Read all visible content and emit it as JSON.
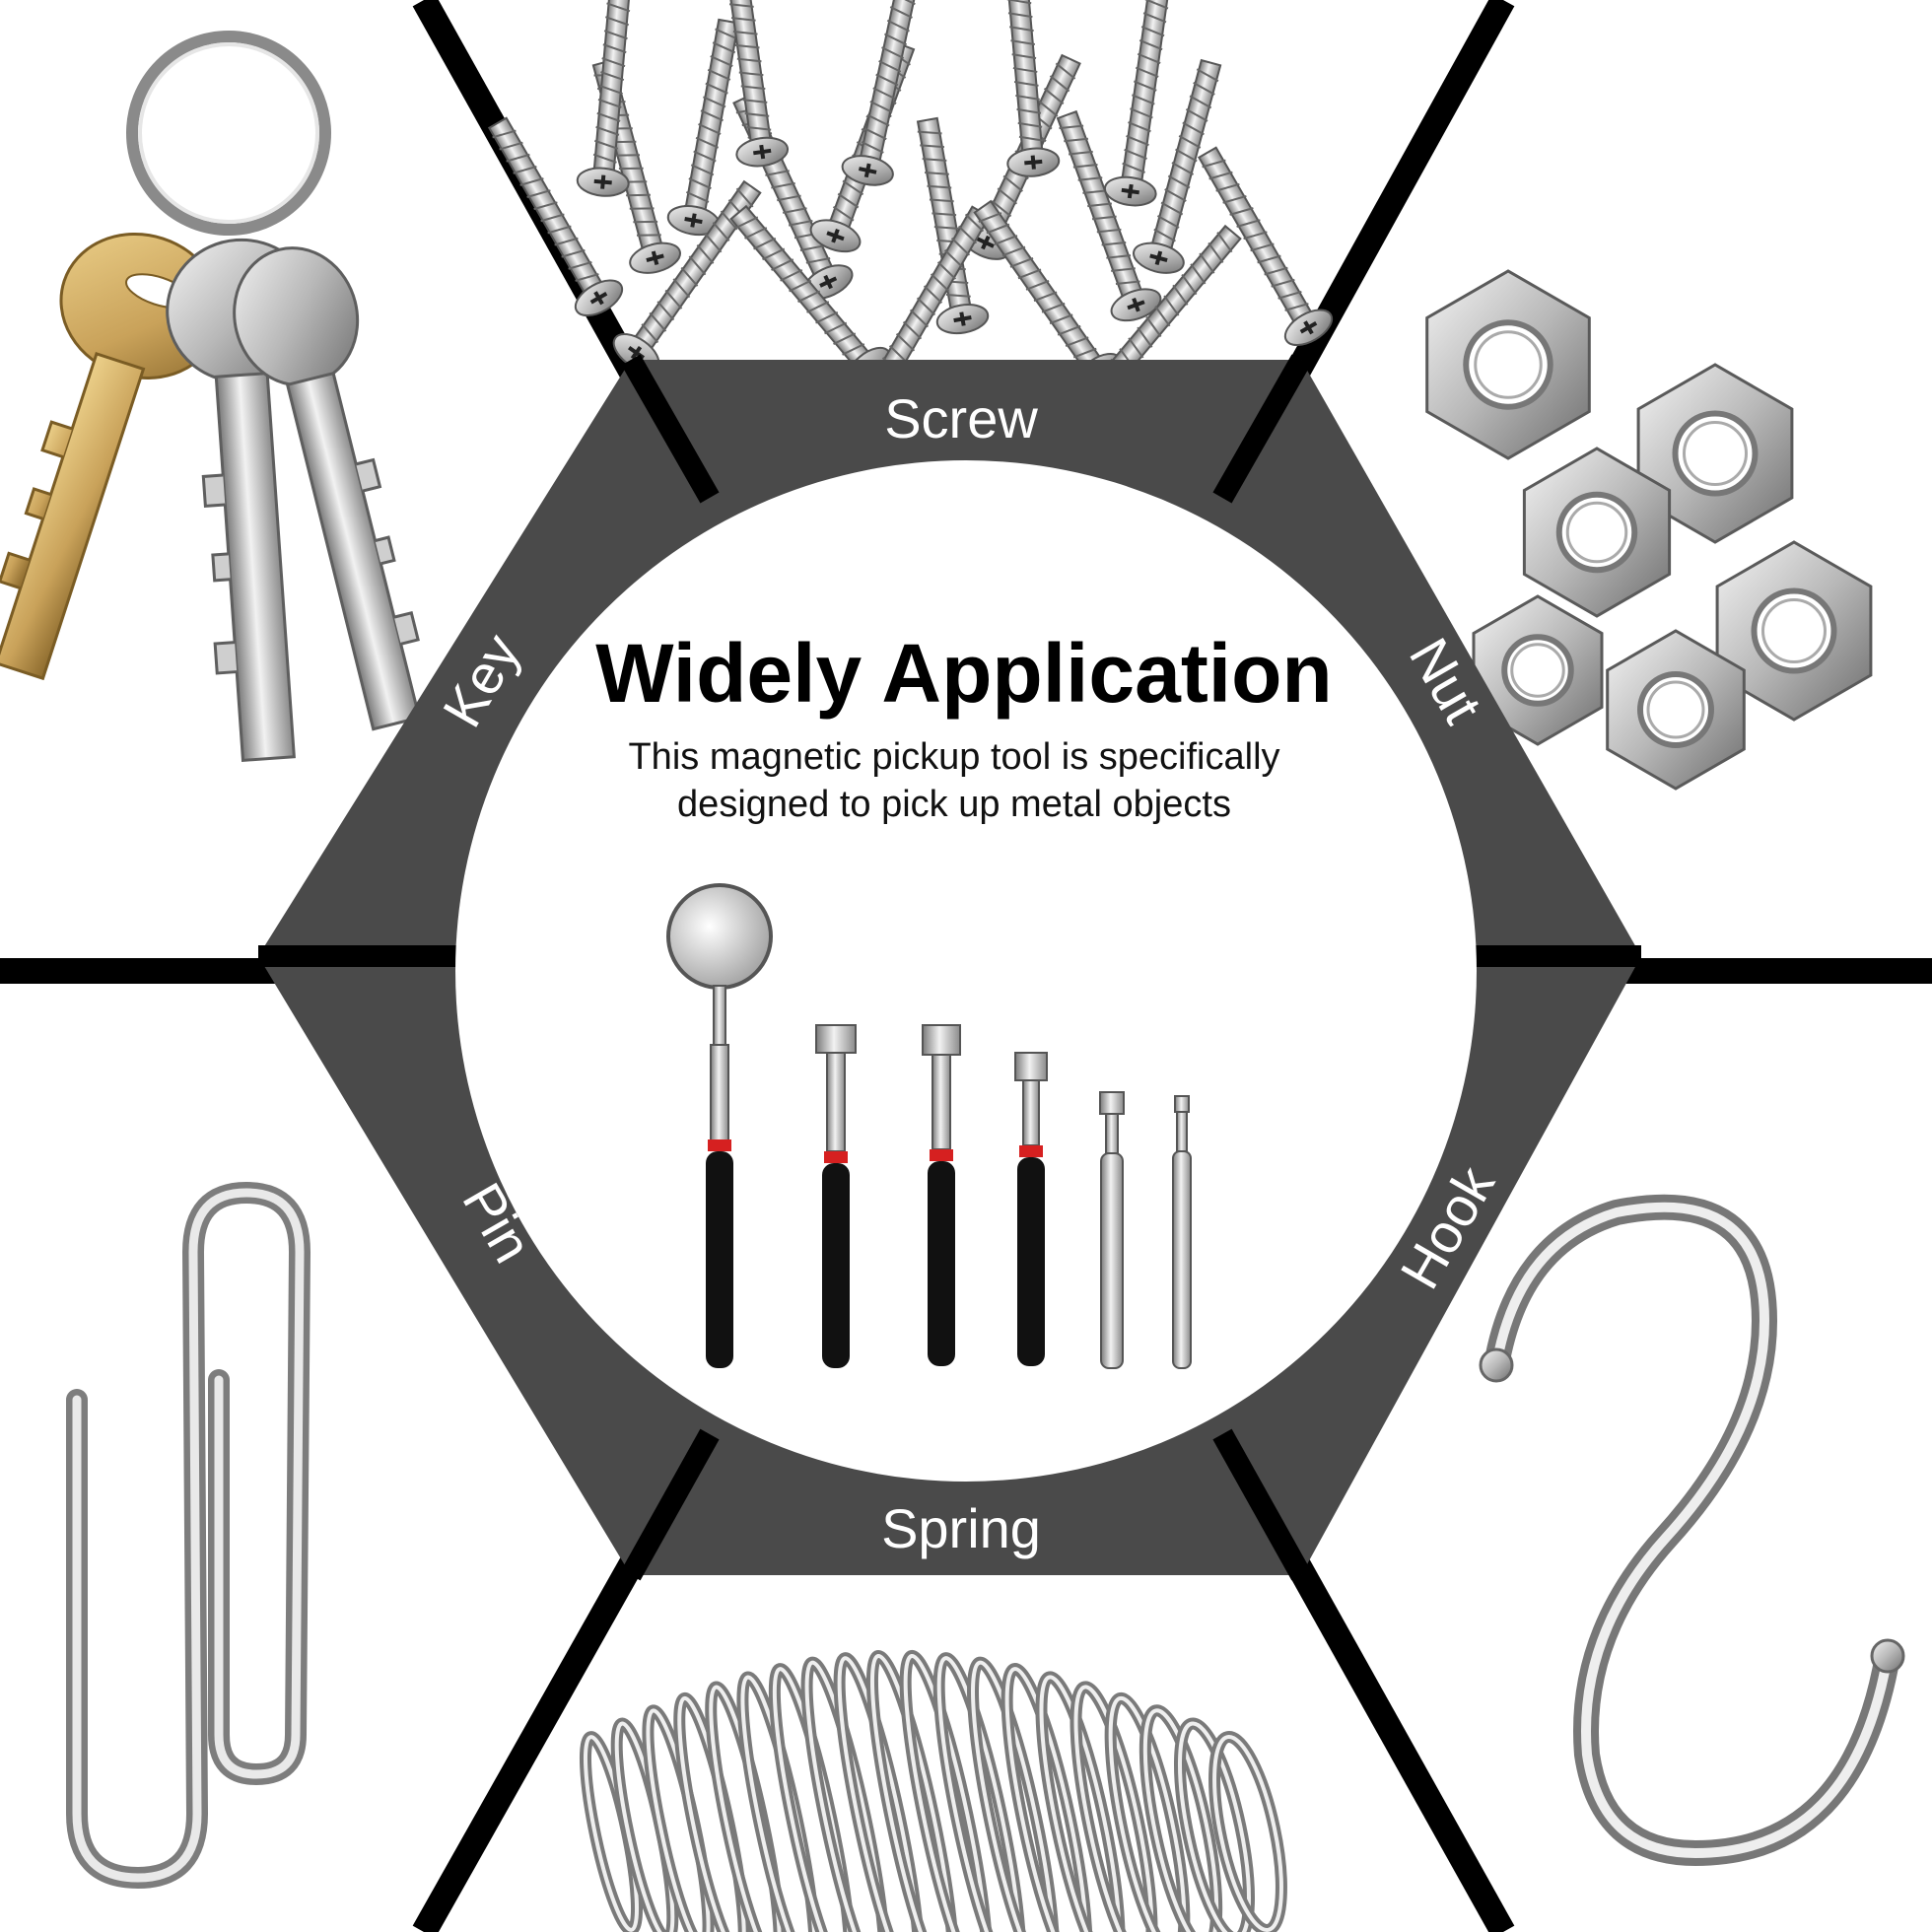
{
  "colors": {
    "background": "#ffffff",
    "hexagon": "#4a4a4a",
    "divider": "#000000",
    "center_circle": "#ffffff",
    "label_text": "#ffffff",
    "headline_text": "#000000",
    "metal_light": "#e3e3e3",
    "metal_mid": "#a9a9a9",
    "metal_dark": "#6f6f6f",
    "brass": "#c9a25a",
    "tool_handle": "#111111",
    "tool_accent": "#d62020"
  },
  "segments": {
    "top": "Screw",
    "upper_left": "Key",
    "upper_right": "Nut",
    "lower_left": "Pin",
    "lower_right": "Hook",
    "bottom": "Spring"
  },
  "center": {
    "title": "Widely Application",
    "description_line1": "This magnetic pickup tool is specifically",
    "description_line2": "designed to pick up metal objects"
  },
  "illustrations": {
    "top": "screws-image",
    "upper_left": "keys-image",
    "upper_right": "nuts-image",
    "lower_left": "paperclip-image",
    "lower_right": "s-hook-image",
    "bottom": "spring-image",
    "center": "magnetic-pickup-tools-image"
  }
}
